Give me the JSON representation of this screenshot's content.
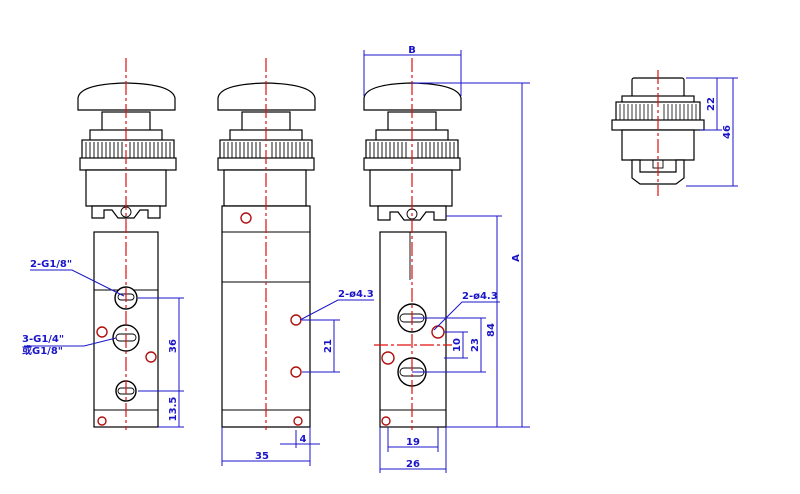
{
  "dimensions": {
    "width_b": "B",
    "height_a": "A",
    "port_spacing_36": "36",
    "bottom_13_5": "13.5",
    "mount_hole_spacing_21": "21",
    "side_width_35": "35",
    "side_offset_4": "4",
    "height_84": "84",
    "spacing_23": "23",
    "spacing_10": "10",
    "width_19": "19",
    "width_26": "26",
    "top_22": "22",
    "top_46": "46"
  },
  "callouts": {
    "ports_outlet": "2-G1/8\"",
    "ports_inlet": "3-G1/4\"",
    "ports_inlet_alt": "或G1/8\"",
    "holes_side": "2-ø4.3",
    "holes_back": "2-ø4.3"
  },
  "colors": {
    "outline": "#000000",
    "dimension": "#1a14c8",
    "centerline": "#e01010"
  }
}
